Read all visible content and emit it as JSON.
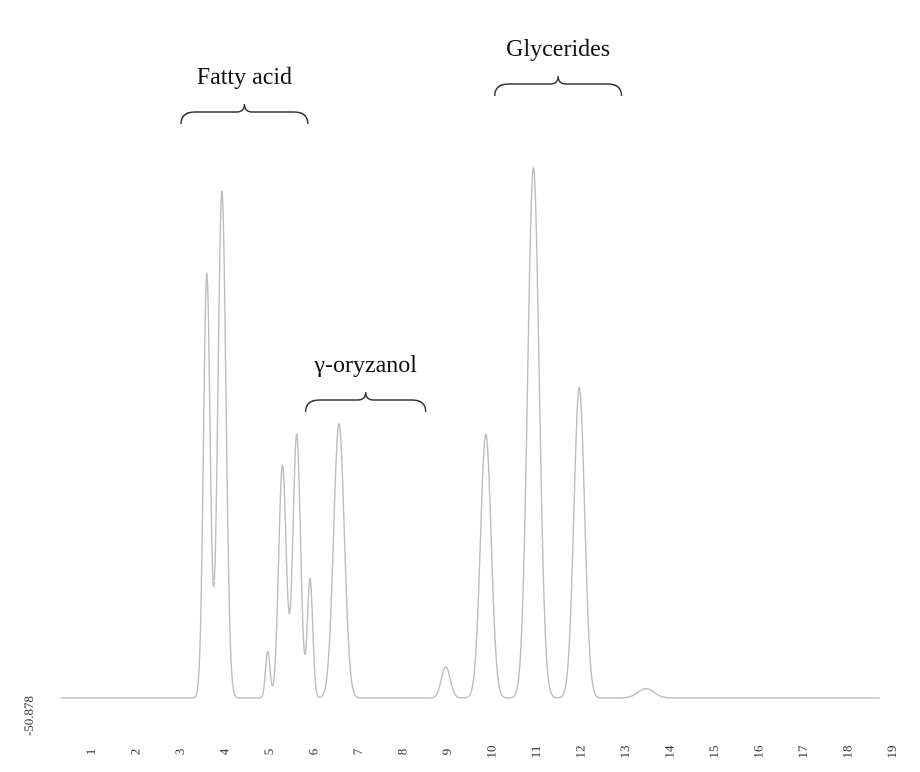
{
  "chart_data": {
    "type": "line",
    "title": "",
    "xlabel": "",
    "ylabel": "",
    "baseline_label": "-50.878",
    "x_ticks": [
      1,
      2,
      3,
      4,
      5,
      6,
      7,
      8,
      9,
      10,
      11,
      12,
      13,
      14,
      15,
      16,
      17,
      18,
      19
    ],
    "xlim": [
      0.3,
      19
    ],
    "ylim": [
      0,
      100
    ],
    "grid": false,
    "colors": {
      "trace": "#bdbdbd",
      "brace": "#333333",
      "text": "#111111"
    },
    "peaks": [
      {
        "x": 3.58,
        "height": 82,
        "width": 0.075
      },
      {
        "x": 3.92,
        "height": 98,
        "width": 0.09
      },
      {
        "x": 4.95,
        "height": 9,
        "width": 0.05
      },
      {
        "x": 5.28,
        "height": 45,
        "width": 0.085
      },
      {
        "x": 5.6,
        "height": 51,
        "width": 0.085
      },
      {
        "x": 5.9,
        "height": 23,
        "width": 0.06
      },
      {
        "x": 6.55,
        "height": 53,
        "width": 0.12
      },
      {
        "x": 8.95,
        "height": 6,
        "width": 0.1
      },
      {
        "x": 9.85,
        "height": 51,
        "width": 0.12
      },
      {
        "x": 10.92,
        "height": 102.5,
        "width": 0.13
      },
      {
        "x": 11.95,
        "height": 60,
        "width": 0.12
      },
      {
        "x": 13.45,
        "height": 1.8,
        "width": 0.18
      }
    ],
    "groups": [
      {
        "label": "Fatty acid",
        "x_start": 3.0,
        "x_end": 5.85
      },
      {
        "label": "γ-oryzanol",
        "x_start": 5.8,
        "x_end": 8.5
      },
      {
        "label": "Glycerides",
        "x_start": 10.05,
        "x_end": 12.9
      }
    ]
  }
}
